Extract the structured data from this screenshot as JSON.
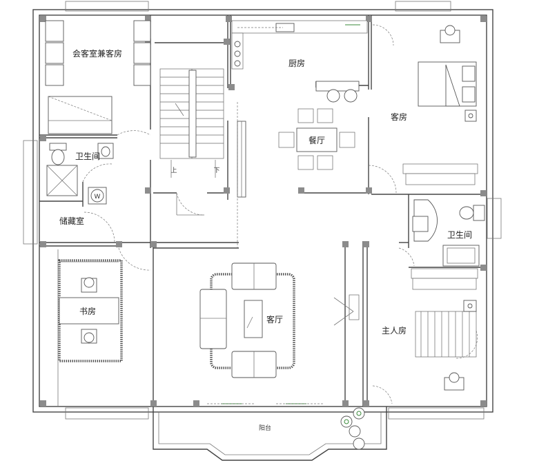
{
  "rooms": {
    "guest_meeting": "会客室兼客房",
    "kitchen": "厨房",
    "guest_room": "客房",
    "bathroom_west": "卫生间",
    "dining": "餐厅",
    "storage": "储藏室",
    "bathroom_east": "卫生间",
    "study": "书房",
    "living": "客厅",
    "master": "主人房",
    "balcony": "阳台"
  },
  "stairs": {
    "up": "上",
    "down": "下"
  },
  "colors": {
    "wall": "#444444",
    "column": "#8c8c8c",
    "accent": "#3a8a3a"
  }
}
